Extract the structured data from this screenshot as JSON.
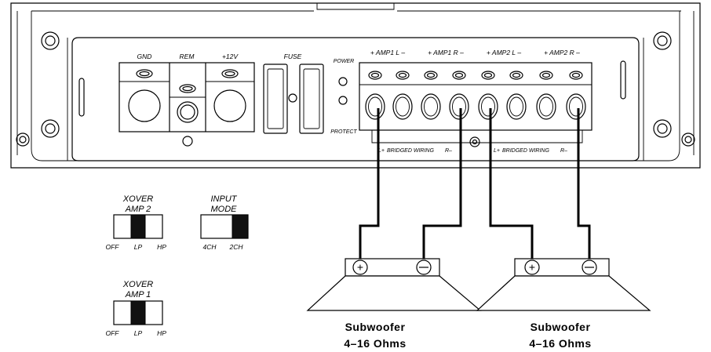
{
  "power_terminals": {
    "gnd": "GND",
    "rem": "REM",
    "plus12v": "+12V"
  },
  "fuse_label": "FUSE",
  "leds": {
    "power": "POWER",
    "protect": "PROTECT"
  },
  "speaker_outputs": [
    "+ AMP1 L –",
    "+ AMP1 R –",
    "+ AMP2 L –",
    "+ AMP2 R –"
  ],
  "bridged": [
    {
      "plus": "L+",
      "text": "BRIDGED WIRING",
      "minus": "R–"
    },
    {
      "plus": "L+",
      "text": "BRIDGED WIRING",
      "minus": "R–"
    }
  ],
  "switches": {
    "xover_amp2": {
      "title_line1": "XOVER",
      "title_line2": "AMP 2",
      "options": [
        "OFF",
        "LP",
        "HP"
      ],
      "selected": "LP"
    },
    "input_mode": {
      "title_line1": "INPUT",
      "title_line2": "MODE",
      "options": [
        "4CH",
        "2CH"
      ],
      "selected": "2CH"
    },
    "xover_amp1": {
      "title_line1": "XOVER",
      "title_line2": "AMP 1",
      "options": [
        "OFF",
        "LP",
        "HP"
      ],
      "selected": "LP"
    }
  },
  "subwoofers": [
    {
      "name": "Subwoofer",
      "impedance": "4–16 Ohms",
      "plus_symbol": "+",
      "minus_symbol": "–"
    },
    {
      "name": "Subwoofer",
      "impedance": "4–16 Ohms",
      "plus_symbol": "+",
      "minus_symbol": "–"
    }
  ]
}
